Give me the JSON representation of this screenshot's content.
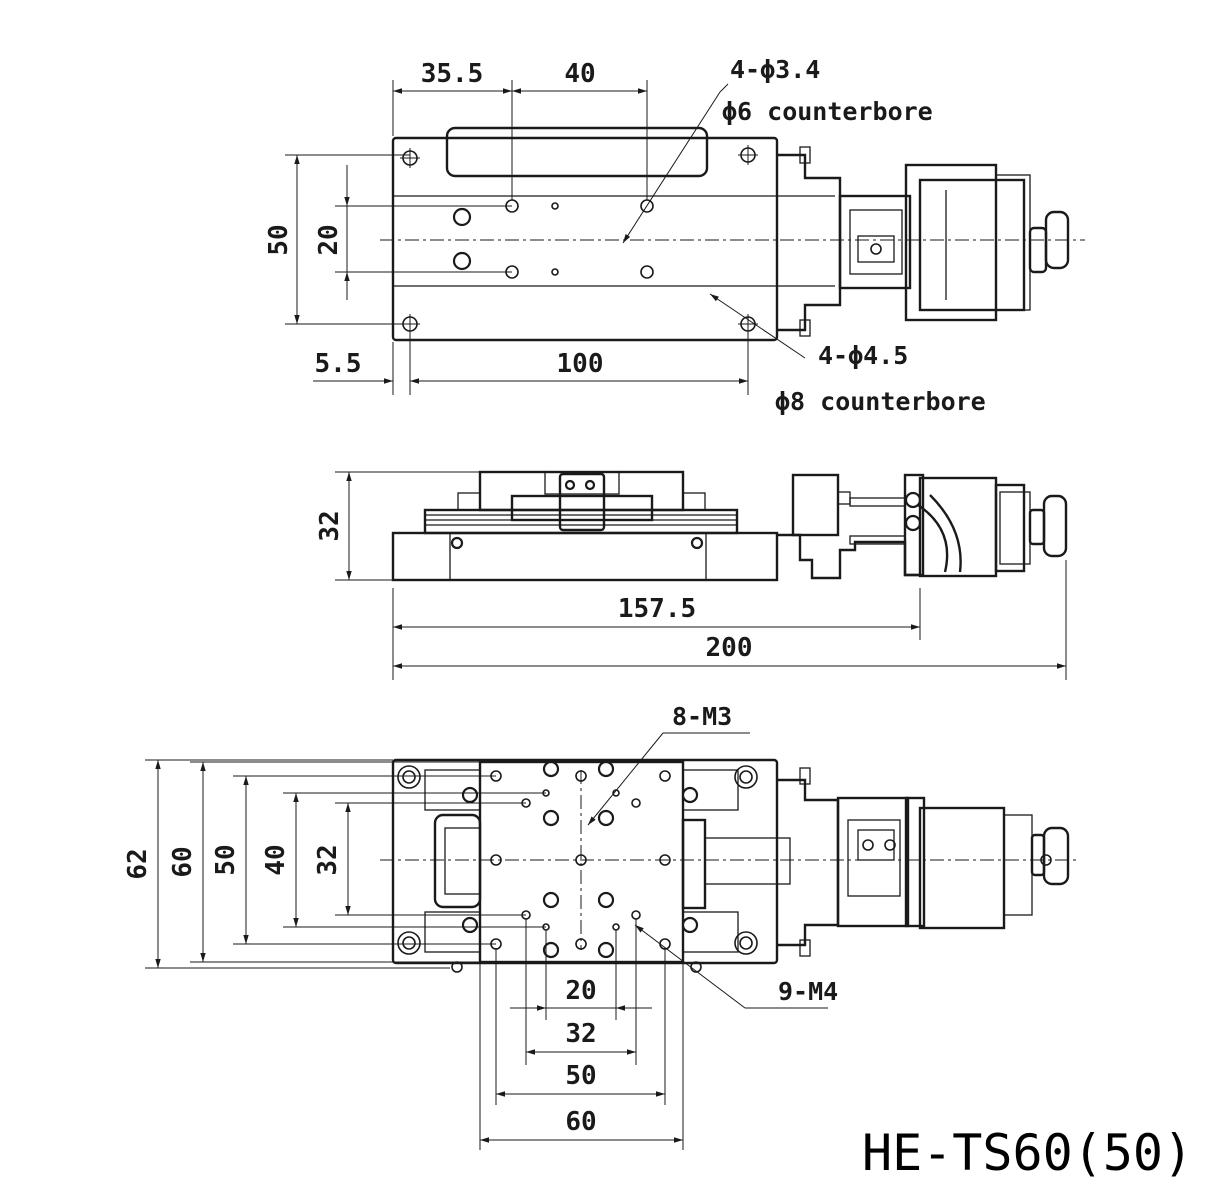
{
  "model_label": "HE-TS60(50)",
  "top_view": {
    "dims": {
      "d_35_5": "35.5",
      "d_40": "40",
      "d_50": "50",
      "d_20": "20",
      "d_5_5": "5.5",
      "d_100": "100"
    },
    "notes": {
      "small_holes": "4-ϕ3.4",
      "small_cbore": "ϕ6 counterbore",
      "large_holes": "4-ϕ4.5",
      "large_cbore": "ϕ8 counterbore"
    }
  },
  "side_view": {
    "dims": {
      "d_32": "32",
      "d_157_5": "157.5",
      "d_200": "200"
    }
  },
  "bottom_view": {
    "dims": {
      "v_62": "62",
      "v_60": "60",
      "v_50": "50",
      "v_40": "40",
      "v_32": "32",
      "h_20": "20",
      "h_32": "32",
      "h_50": "50",
      "h_60": "60"
    },
    "notes": {
      "m3": "8-M3",
      "m4": "9-M4"
    }
  }
}
